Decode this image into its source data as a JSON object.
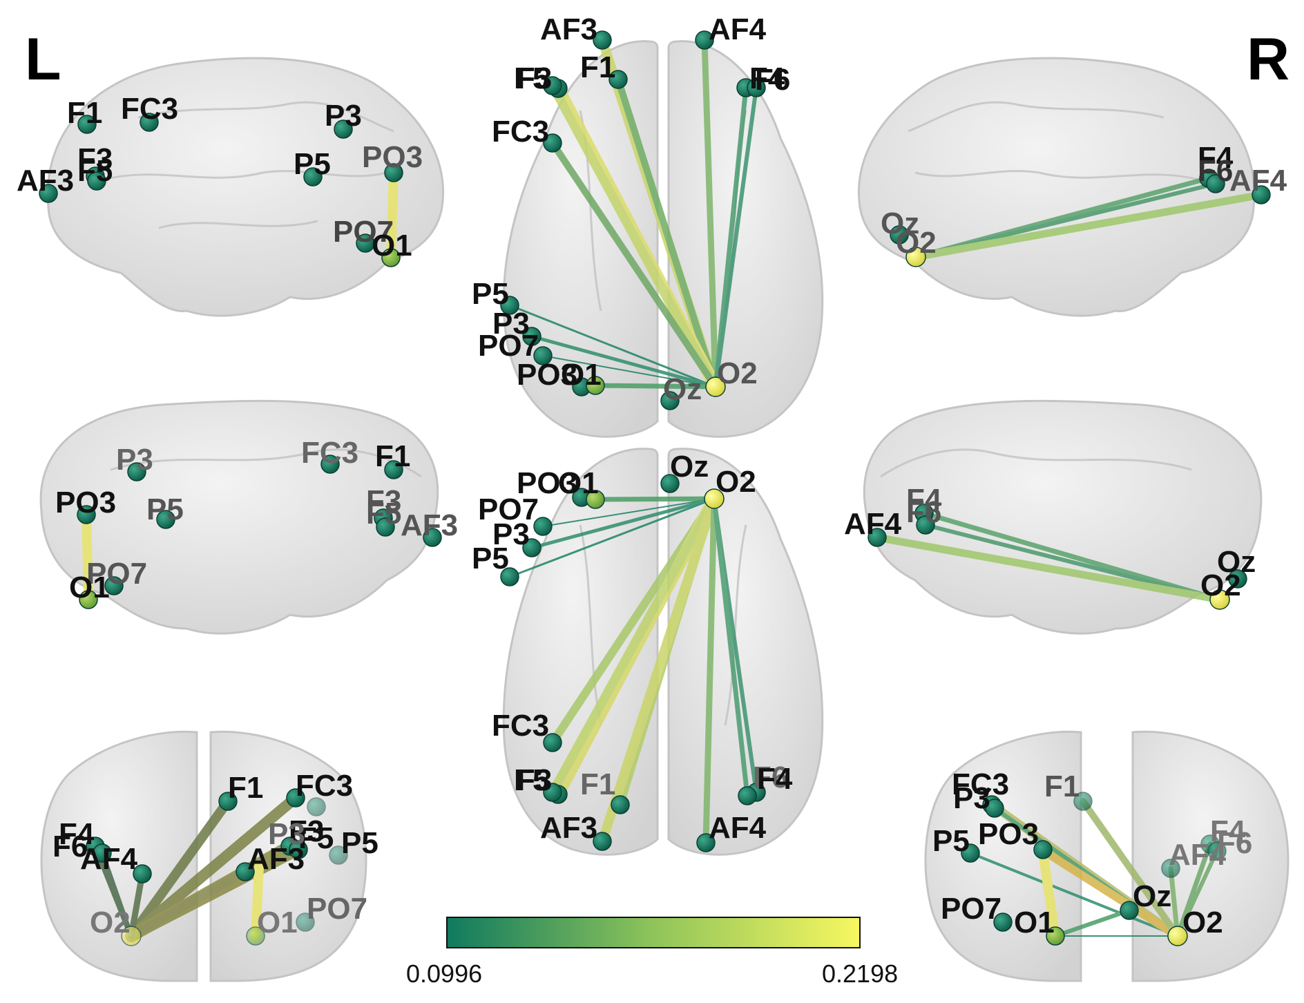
{
  "side_labels": {
    "left": "L",
    "right": "R"
  },
  "colorbar": {
    "min_label": "0.0996",
    "max_label": "0.2198",
    "color_low": "#0f7a5f",
    "color_mid": "#8fc45a",
    "color_high": "#f7f760"
  },
  "colors": {
    "node": "#0f6e58",
    "brain": "#d9d9d9",
    "label_dark": "#111111",
    "label_faded": "#555555"
  },
  "views": [
    {
      "id": "left-lateral",
      "nodes": [
        "F1",
        "FC3",
        "P3",
        "F3",
        "F5",
        "P5",
        "PO3",
        "AF3",
        "PO7",
        "O1"
      ],
      "edges": [
        [
          "PO3",
          "O1"
        ]
      ]
    },
    {
      "id": "axial-top",
      "nodes": [
        "AF3",
        "AF4",
        "F1",
        "F3",
        "F5",
        "F4",
        "F6",
        "FC3",
        "P5",
        "P3",
        "PO7",
        "PO3",
        "O1",
        "O2",
        "Oz"
      ],
      "edges": [
        [
          "AF3",
          "O2"
        ],
        [
          "AF4",
          "O2"
        ],
        [
          "F1",
          "O2"
        ],
        [
          "F3",
          "O2"
        ],
        [
          "F5",
          "O2"
        ],
        [
          "F4",
          "O2"
        ],
        [
          "F6",
          "O2"
        ],
        [
          "FC3",
          "O2"
        ],
        [
          "P5",
          "O2"
        ],
        [
          "P3",
          "O2"
        ],
        [
          "PO7",
          "O2"
        ],
        [
          "PO3",
          "O2"
        ],
        [
          "O1",
          "O2"
        ],
        [
          "PO3",
          "O1"
        ]
      ]
    },
    {
      "id": "right-lateral",
      "nodes": [
        "F4",
        "F6",
        "AF4",
        "Oz",
        "O2"
      ],
      "edges": [
        [
          "F4",
          "O2"
        ],
        [
          "F6",
          "O2"
        ],
        [
          "AF4",
          "O2"
        ]
      ]
    },
    {
      "id": "left-medial",
      "nodes": [
        "P3",
        "FC3",
        "F1",
        "PO3",
        "P5",
        "F3",
        "F5",
        "AF3",
        "PO7",
        "O1"
      ],
      "edges": [
        [
          "PO3",
          "O1"
        ]
      ]
    },
    {
      "id": "axial-bottom",
      "nodes": [
        "PO3",
        "O1",
        "Oz",
        "O2",
        "PO7",
        "P3",
        "P5",
        "FC3",
        "F3",
        "F5",
        "F1",
        "F6",
        "F4",
        "AF3",
        "AF4"
      ],
      "edges": [
        [
          "O1",
          "O2"
        ],
        [
          "PO7",
          "O2"
        ],
        [
          "P3",
          "O2"
        ],
        [
          "P5",
          "O2"
        ],
        [
          "FC3",
          "O2"
        ],
        [
          "F3",
          "O2"
        ],
        [
          "F5",
          "O2"
        ],
        [
          "F1",
          "O2"
        ],
        [
          "AF3",
          "O2"
        ],
        [
          "AF4",
          "O2"
        ],
        [
          "F6",
          "O2"
        ],
        [
          "F4",
          "O2"
        ]
      ]
    },
    {
      "id": "right-medial",
      "nodes": [
        "F4",
        "F6",
        "AF4",
        "Oz",
        "O2"
      ],
      "edges": [
        [
          "F4",
          "O2"
        ],
        [
          "F6",
          "O2"
        ],
        [
          "AF4",
          "O2"
        ]
      ]
    },
    {
      "id": "anterior",
      "nodes": [
        "F1",
        "FC3",
        "F3",
        "F5",
        "F4",
        "F6",
        "AF4",
        "AF3",
        "P3",
        "P5",
        "O2",
        "O1",
        "PO7"
      ],
      "edges": [
        [
          "F1",
          "O2"
        ],
        [
          "FC3",
          "O2"
        ],
        [
          "F3",
          "O2"
        ],
        [
          "F5",
          "O2"
        ],
        [
          "AF3",
          "O2"
        ],
        [
          "F4",
          "O2"
        ],
        [
          "F6",
          "O2"
        ],
        [
          "AF4",
          "O2"
        ],
        [
          "PO3",
          "O1"
        ]
      ]
    },
    {
      "id": "posterior",
      "nodes": [
        "FC3",
        "F1",
        "P3",
        "P5",
        "PO3",
        "F4",
        "F6",
        "AF4",
        "PO7",
        "O1",
        "Oz",
        "O2"
      ],
      "edges": [
        [
          "FC3",
          "O2"
        ],
        [
          "P3",
          "O2"
        ],
        [
          "P5",
          "O2"
        ],
        [
          "PO3",
          "O2"
        ],
        [
          "F1",
          "O2"
        ],
        [
          "F4",
          "O2"
        ],
        [
          "F6",
          "O2"
        ],
        [
          "AF4",
          "O2"
        ],
        [
          "O1",
          "O2"
        ],
        [
          "PO7",
          "O2"
        ],
        [
          "PO3",
          "O1"
        ]
      ]
    }
  ]
}
